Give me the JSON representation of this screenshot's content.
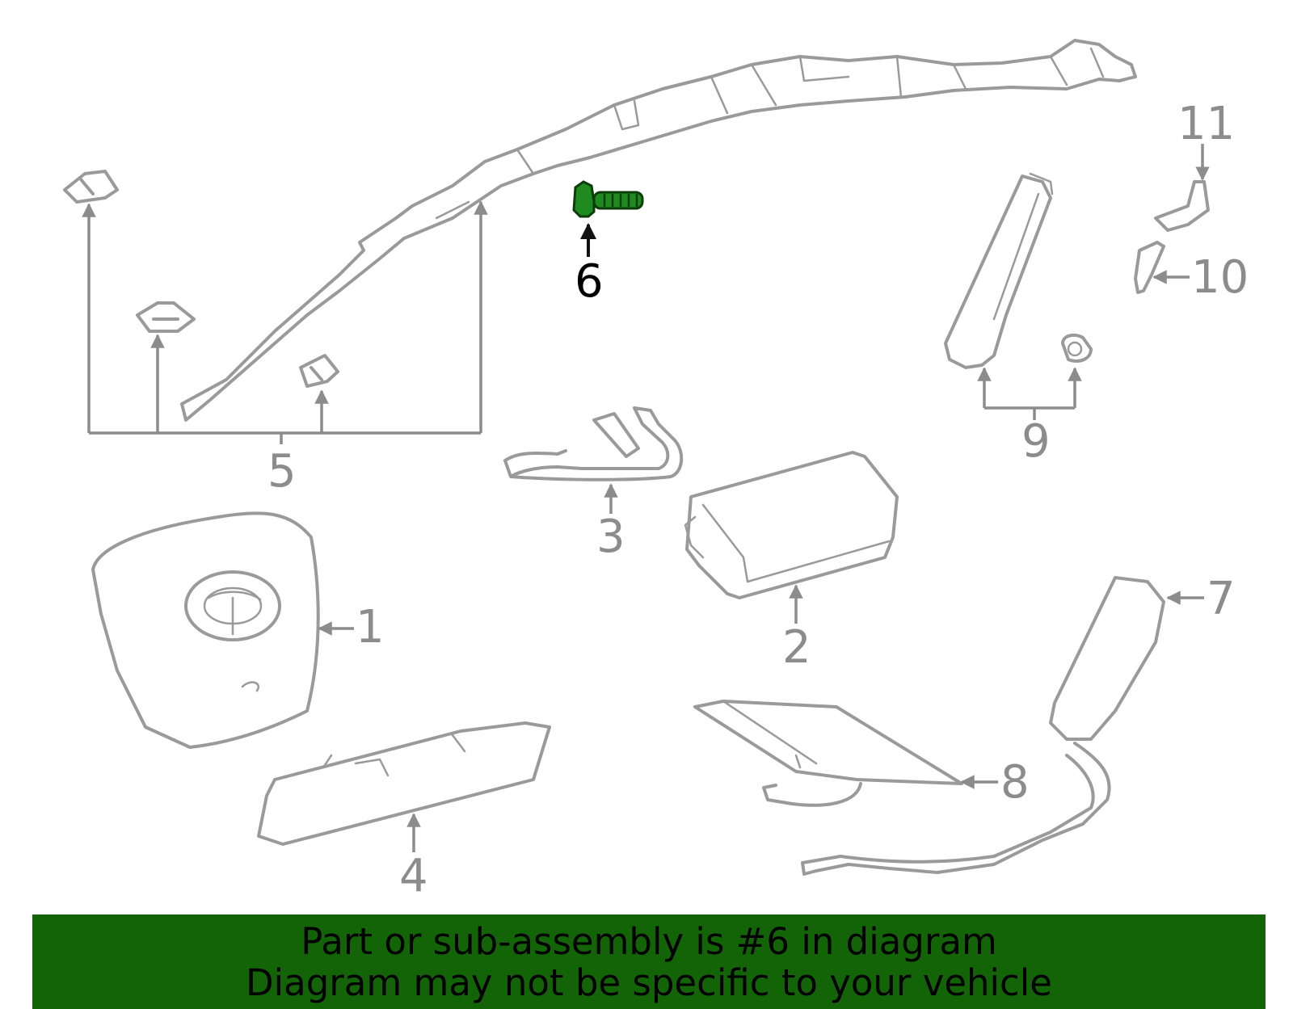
{
  "callouts": {
    "c1": "1",
    "c2": "2",
    "c3": "3",
    "c4": "4",
    "c5": "5",
    "c6": "6",
    "c7": "7",
    "c8": "8",
    "c9": "9",
    "c10": "10",
    "c11": "11"
  },
  "highlighted_part": "6",
  "colors": {
    "part": "#9a9a9a",
    "highlight": "#1f8a1f",
    "banner": "#136407"
  },
  "banner": {
    "line1": "Part or sub-assembly is #6 in diagram",
    "line2": "Diagram may not be specific to your vehicle"
  }
}
